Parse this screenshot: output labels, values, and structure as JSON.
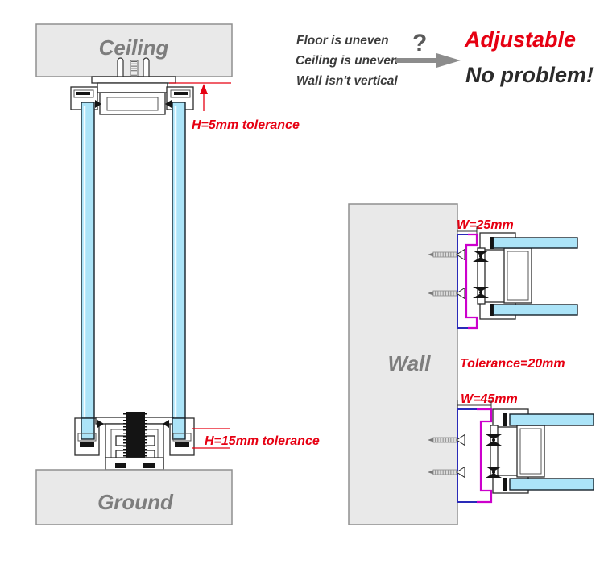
{
  "diagram": {
    "left_section": {
      "ceiling_label": "Ceiling",
      "ground_label": "Ground",
      "top_tolerance": "H=5mm tolerance",
      "bottom_tolerance": "H=15mm tolerance"
    },
    "callout": {
      "problems": [
        "Floor is uneven",
        "Ceiling is uneven",
        "Wall isn't vertical"
      ],
      "question_mark": "?",
      "answer_line1": "Adjustable",
      "answer_line2": "No problem!"
    },
    "right_section": {
      "wall_label": "Wall",
      "top_width": "W=25mm",
      "tolerance": "Tolerance=20mm",
      "bottom_width": "W=45mm"
    },
    "colors": {
      "annotation_red": "#e60012",
      "bracket_magenta": "#cc00cc",
      "bracket_blue": "#2a2ab8",
      "glass_blue": "#ace4f8",
      "slab_fill": "#e9e9e9",
      "slab_border": "#8f8f8f",
      "label_gray": "#7d7d7d",
      "arrow_gray": "#8c8c8c",
      "dark_text": "#2b2b2b"
    }
  }
}
